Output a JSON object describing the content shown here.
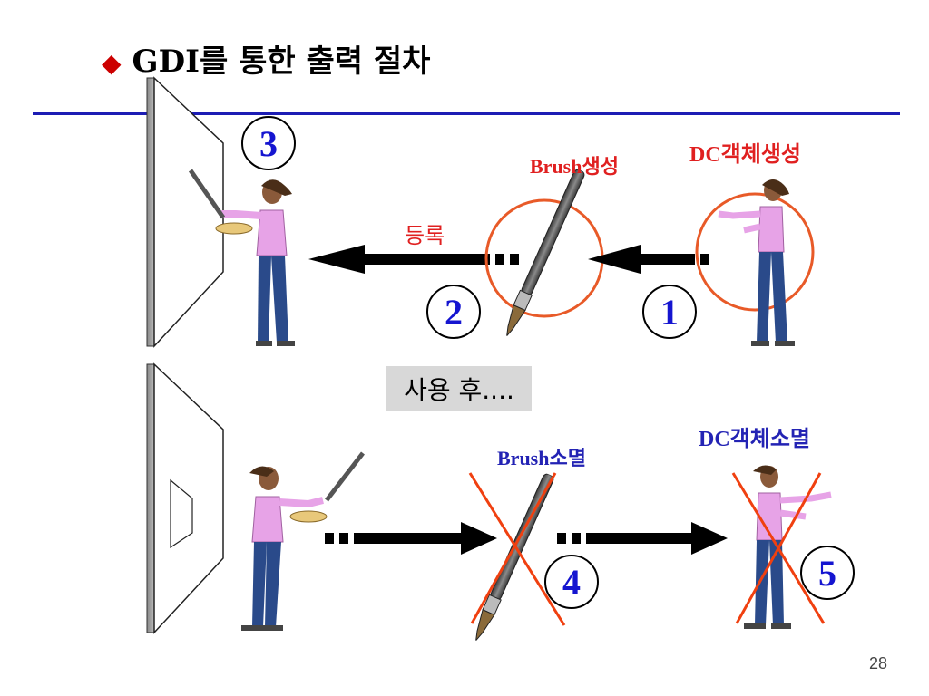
{
  "title": {
    "bullet": "◆",
    "text": "GDI를 통한 출력 절차"
  },
  "labels": {
    "dc_create": "DC객체생성",
    "brush_create": "Brush생성",
    "register": "등록",
    "usage_after": "사용 후....",
    "brush_destroy": "Brush소멸",
    "dc_destroy": "DC객체소멸"
  },
  "steps": {
    "s1": "1",
    "s2": "2",
    "s3": "3",
    "s4": "4",
    "s5": "5"
  },
  "page_number": "28",
  "colors": {
    "red_label": "#e02020",
    "blue_label": "#2323b4",
    "rule": "#1c1cb4",
    "step_number": "#1515d0",
    "circle": "#e85a28"
  }
}
